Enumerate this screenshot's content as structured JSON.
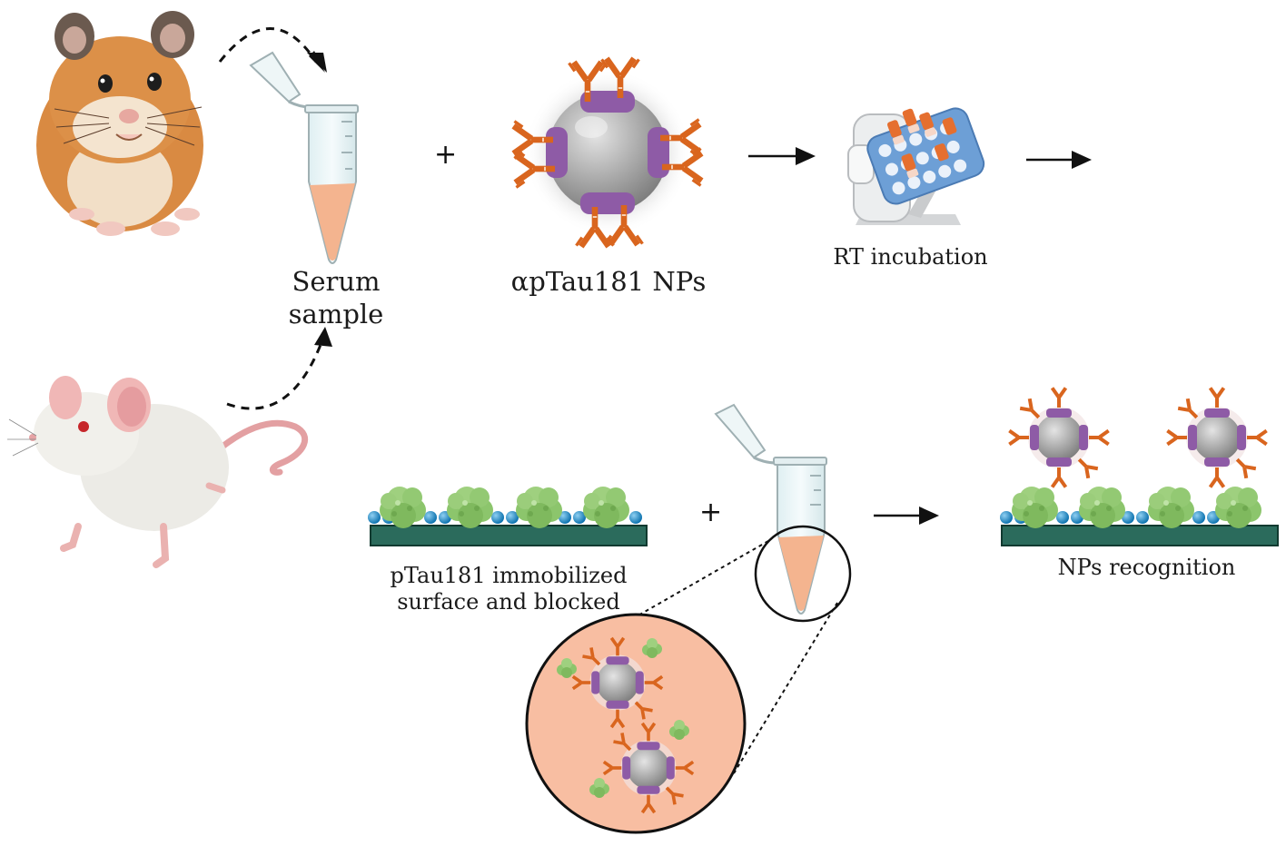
{
  "labels": {
    "serum_line1": "Serum",
    "serum_line2": "sample",
    "np_label": "αpTau181 NPs",
    "rt_incubation": "RT incubation",
    "surface_line1": "pTau181 immobilized",
    "surface_line2": "surface and blocked",
    "recognition": "NPs recognition"
  },
  "symbols": {
    "plus_top": "+",
    "plus_bottom": "+"
  },
  "icons": [
    "hamster-icon",
    "mouse-icon",
    "serum-tube-icon",
    "nanoparticle-icon",
    "rotator-icon",
    "sensor-surface-icon",
    "magnified-sample-icon"
  ],
  "colors": {
    "antibody": "#d9651e",
    "protein_a": "#8e5ba6",
    "particle": "#a7a7a7",
    "serum": "#f4b48f",
    "magnified_bg": "#f8bea2",
    "antigen": "#8cc56c",
    "blocker": "#1f8cc4",
    "surface": "#2b6b5c",
    "arrow": "#111111"
  }
}
